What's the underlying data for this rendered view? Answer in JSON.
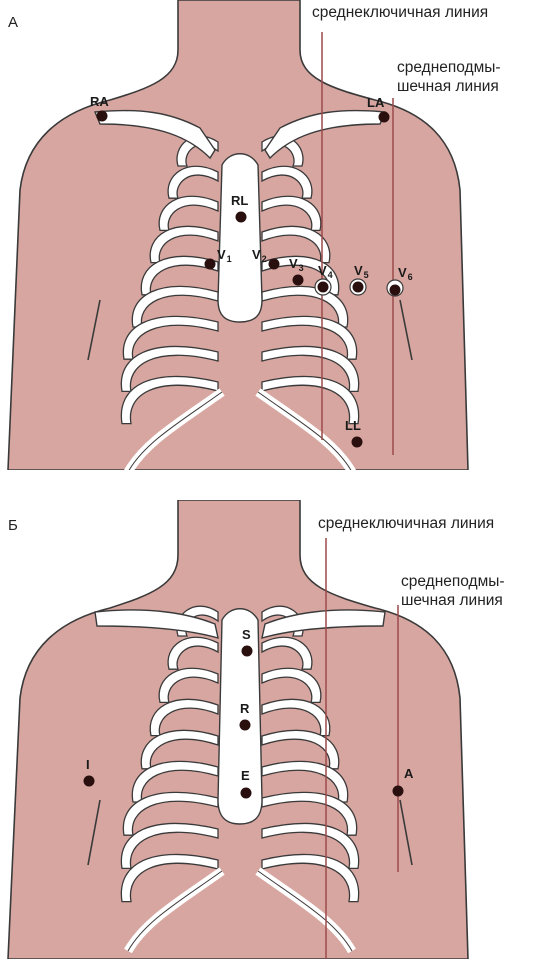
{
  "colors": {
    "skin": "#d7a6a0",
    "outline": "#3a3a3a",
    "bone": "#ffffff",
    "reference_line": "#9b4a4a",
    "electrode": "#2a0f0f"
  },
  "panel_a": {
    "letter": "А",
    "midclavicular_label": "среднеключичная линия",
    "midaxillary_label_line1": "среднеподмы-",
    "midaxillary_label_line2": "шечная линия",
    "electrodes": {
      "ra": "RA",
      "la": "LA",
      "rl": "RL",
      "ll": "LL",
      "v1": {
        "base": "V",
        "sub": "1"
      },
      "v2": {
        "base": "V",
        "sub": "2"
      },
      "v3": {
        "base": "V",
        "sub": "3"
      },
      "v4": {
        "base": "V",
        "sub": "4"
      },
      "v5": {
        "base": "V",
        "sub": "5"
      },
      "v6": {
        "base": "V",
        "sub": "6"
      }
    }
  },
  "panel_b": {
    "letter": "Б",
    "midclavicular_label": "среднеключичная линия",
    "midaxillary_label_line1": "среднеподмы-",
    "midaxillary_label_line2": "шечная линия",
    "electrodes": {
      "s": "S",
      "r": "R",
      "e": "E",
      "i": "I",
      "a": "A"
    }
  }
}
